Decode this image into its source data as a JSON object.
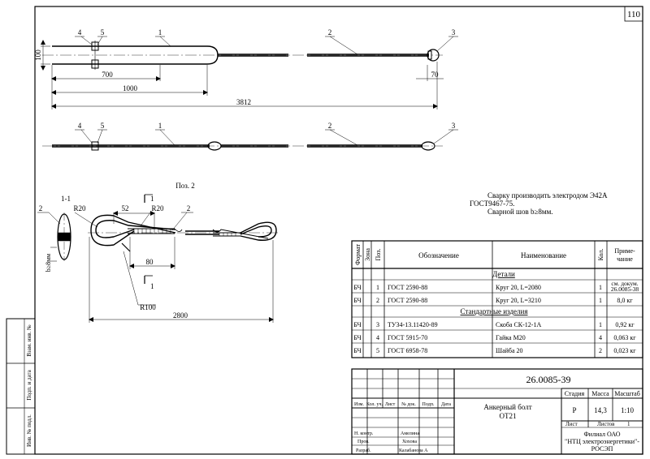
{
  "sheet_number": "110",
  "dimensions": {
    "d100": "100",
    "d700": "700",
    "d1000": "1000",
    "d3812": "3812",
    "d70": "70",
    "d52": "52",
    "d80": "80",
    "d2800": "2800",
    "r20a": "R20",
    "r20b": "R20",
    "r100": "R100",
    "weld": "b≥8мм"
  },
  "callouts": {
    "top": [
      "4",
      "5",
      "1",
      "2",
      "3"
    ],
    "middle": [
      "4",
      "5",
      "1",
      "2",
      "3"
    ],
    "detail": [
      "2",
      "2"
    ]
  },
  "section_label": "1-1",
  "pos_label": "Поз. 2",
  "section_marks": [
    "1",
    "1"
  ],
  "note": {
    "line1": "Сварку производить электродом Э42А",
    "line2": "ГОСТ9467-75.",
    "line3": "Сварной шов b≥8мм."
  },
  "spec": {
    "headers": {
      "format": "Формат",
      "zone": "Зона",
      "pos": "Поз.",
      "designation": "Обозначение",
      "name": "Наименование",
      "qty": "Кол.",
      "note": "Приме-чание",
      "note_a": "Приме-",
      "note_b": "чание"
    },
    "section_details": "Детали",
    "section_standard": "Стандартные изделия",
    "rows": [
      {
        "format": "БЧ",
        "pos": "1",
        "designation": "ГОСТ 2590-88",
        "name": "Круг 20, L=2080",
        "qty": "1",
        "note_a": "см. докум.",
        "note_b": "26.0085-38"
      },
      {
        "format": "БЧ",
        "pos": "2",
        "designation": "ГОСТ 2590-88",
        "name": "Круг 20, L=3210",
        "qty": "1",
        "note_a": "8,0 кг",
        "note_b": ""
      },
      {
        "format": "БЧ",
        "pos": "3",
        "designation": "ТУ34-13.11420-89",
        "name": "Скоба СК-12-1А",
        "qty": "1",
        "note_a": "0,92 кг",
        "note_b": ""
      },
      {
        "format": "БЧ",
        "pos": "4",
        "designation": "ГОСТ 5915-70",
        "name": "Гайка М20",
        "qty": "4",
        "note_a": "0,063 кг",
        "note_b": ""
      },
      {
        "format": "БЧ",
        "pos": "5",
        "designation": "ГОСТ 6958-78",
        "name": "Шайба 20",
        "qty": "2",
        "note_a": "0,023 кг",
        "note_b": ""
      }
    ]
  },
  "titleblock": {
    "doc_number": "26.0085-39",
    "col_headers": [
      "Изм.",
      "Кол. уч.",
      "Лист",
      "№ док.",
      "Подп.",
      "Дата"
    ],
    "title_line1": "Анкерный болт",
    "title_line2": "ОТ21",
    "stage_label": "Стадия",
    "mass_label": "Масса",
    "scale_label": "Масштаб",
    "stage": "Р",
    "mass": "14,3",
    "scale": "1:10",
    "sheet_label": "Лист",
    "sheets_label": "Листов",
    "sheets": "1",
    "org_line1": "Филиал ОАО",
    "org_line2": "\"НТЦ электроэнергетики\"-",
    "org_line3": "РОСЭП",
    "people": [
      {
        "role": "Н. контр.",
        "name": "Амелина"
      },
      {
        "role": "Пров.",
        "name": "Хохова"
      },
      {
        "role": "Разраб.",
        "name": "Калабанова А"
      }
    ]
  },
  "side_stamp": [
    "Взам. инв. №",
    "Подп. и дата",
    "Инв. № подл."
  ]
}
